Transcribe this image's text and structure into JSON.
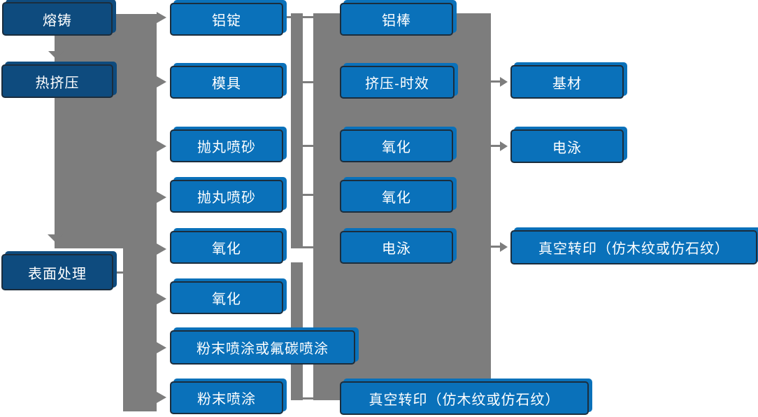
{
  "diagram": {
    "type": "flowchart",
    "description_domain": "aluminium profile production process flow",
    "colors": {
      "stage_box": "#0E4B7E",
      "process_box": "#0A71BA",
      "connector": "#7D7D7D",
      "box_border": "#1B2D3D",
      "box_text": "#FFFFFF",
      "background": "#FFFFFF"
    },
    "nodes": {
      "melting_casting": {
        "label": "熔铸"
      },
      "hot_extrusion": {
        "label": "热挤压"
      },
      "surface_treatment": {
        "label": "表面处理"
      },
      "aluminum_ingot": {
        "label": "铝锭"
      },
      "mold": {
        "label": "模具"
      },
      "shot_blast_sandblast_1": {
        "label": "抛丸喷砂"
      },
      "shot_blast_sandblast_2": {
        "label": "抛丸喷砂"
      },
      "oxidation_1": {
        "label": "氧化"
      },
      "oxidation_2": {
        "label": "氧化"
      },
      "powder_or_fluorocarbon_coating": {
        "label": "粉末喷涂或氟碳喷涂"
      },
      "powder_coating": {
        "label": "粉末喷涂"
      },
      "aluminum_rod": {
        "label": "铝棒"
      },
      "extrusion_aging": {
        "label": "挤压-时效"
      },
      "oxidation_3": {
        "label": "氧化"
      },
      "oxidation_4": {
        "label": "氧化"
      },
      "electrophoresis_1": {
        "label": "电泳"
      },
      "vacuum_transfer_1": {
        "label": "真空转印（仿木纹或仿石纹）"
      },
      "base_material": {
        "label": "基材"
      },
      "electrophoresis_2": {
        "label": "电泳"
      },
      "vacuum_transfer_2": {
        "label": "真空转印（仿木纹或仿石纹）"
      }
    }
  }
}
